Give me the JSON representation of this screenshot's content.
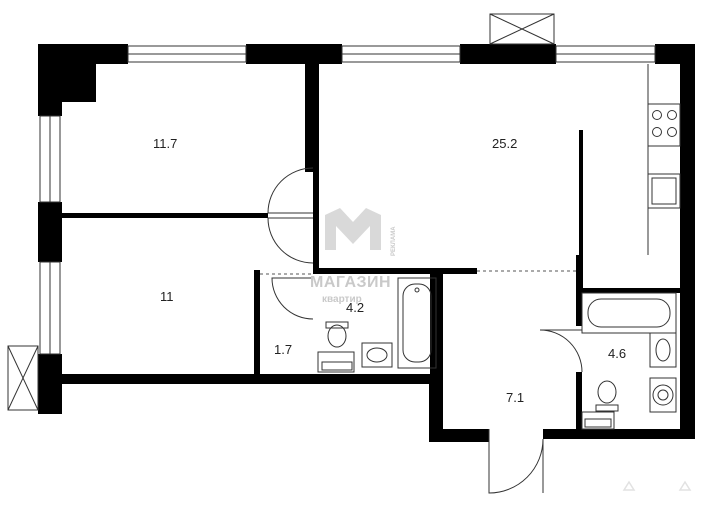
{
  "plan": {
    "rooms": [
      {
        "id": "bedroom-1",
        "area": "11.7"
      },
      {
        "id": "living-kitchen",
        "area": "25.2"
      },
      {
        "id": "bedroom-2",
        "area": "11"
      },
      {
        "id": "bathroom-1",
        "area": "4.2"
      },
      {
        "id": "closet",
        "area": "1.7"
      },
      {
        "id": "bathroom-2",
        "area": "4.6"
      },
      {
        "id": "hallway",
        "area": "7.1"
      }
    ]
  },
  "watermark": {
    "brand": "МАГАЗИН",
    "sub": "квартир",
    "vertical": "РЕКЛАМА"
  },
  "colors": {
    "wall": "#000000",
    "fixture_stroke": "#333333",
    "label": "#222222",
    "watermark": "#c9c9c9"
  }
}
